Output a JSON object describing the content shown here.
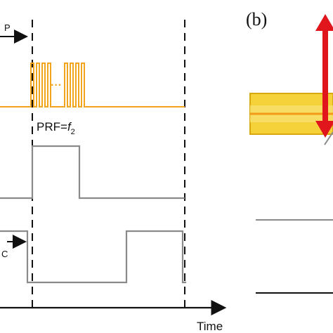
{
  "labels": {
    "prf_prefix": "PRF=",
    "prf_var": "f",
    "prf_sub": "2",
    "dots": "···",
    "delay_top": "P",
    "delay_bottom": "C",
    "time_axis": "Time",
    "panel_b": "(b)"
  },
  "colors": {
    "pulse": "#f2a51c",
    "square": "#8a8a8a",
    "dashed": "#111111",
    "arrow_red": "#e0161c",
    "beam_fill": "#f6d23a",
    "beam_edge": "#d8a810",
    "beam_core": "#f29b18"
  }
}
